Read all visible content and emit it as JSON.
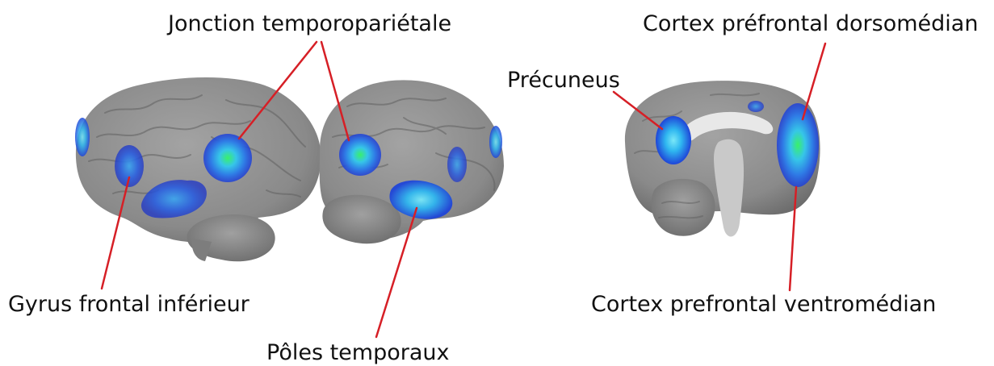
{
  "labels": {
    "jtp": "Jonction temporopariétale",
    "dmpfc": "Cortex préfrontal dorsomédian",
    "precuneus": "Précuneus",
    "ifg": "Gyrus frontal inférieur",
    "vmpfc": "Cortex prefrontal ventromédian",
    "temporal_poles": "Pôles temporaux"
  },
  "icons": {
    "left_brain": "brain-left-lateral-view",
    "right_brain": "brain-right-lateral-view",
    "sagittal_brain": "brain-sagittal-view"
  },
  "colors": {
    "leader_line": "#d61f26",
    "brain_gray": "#8a8a8a",
    "activation_blue": "#1e44e0",
    "activation_cyan": "#2fb8f0",
    "activation_green": "#2ee86a"
  }
}
